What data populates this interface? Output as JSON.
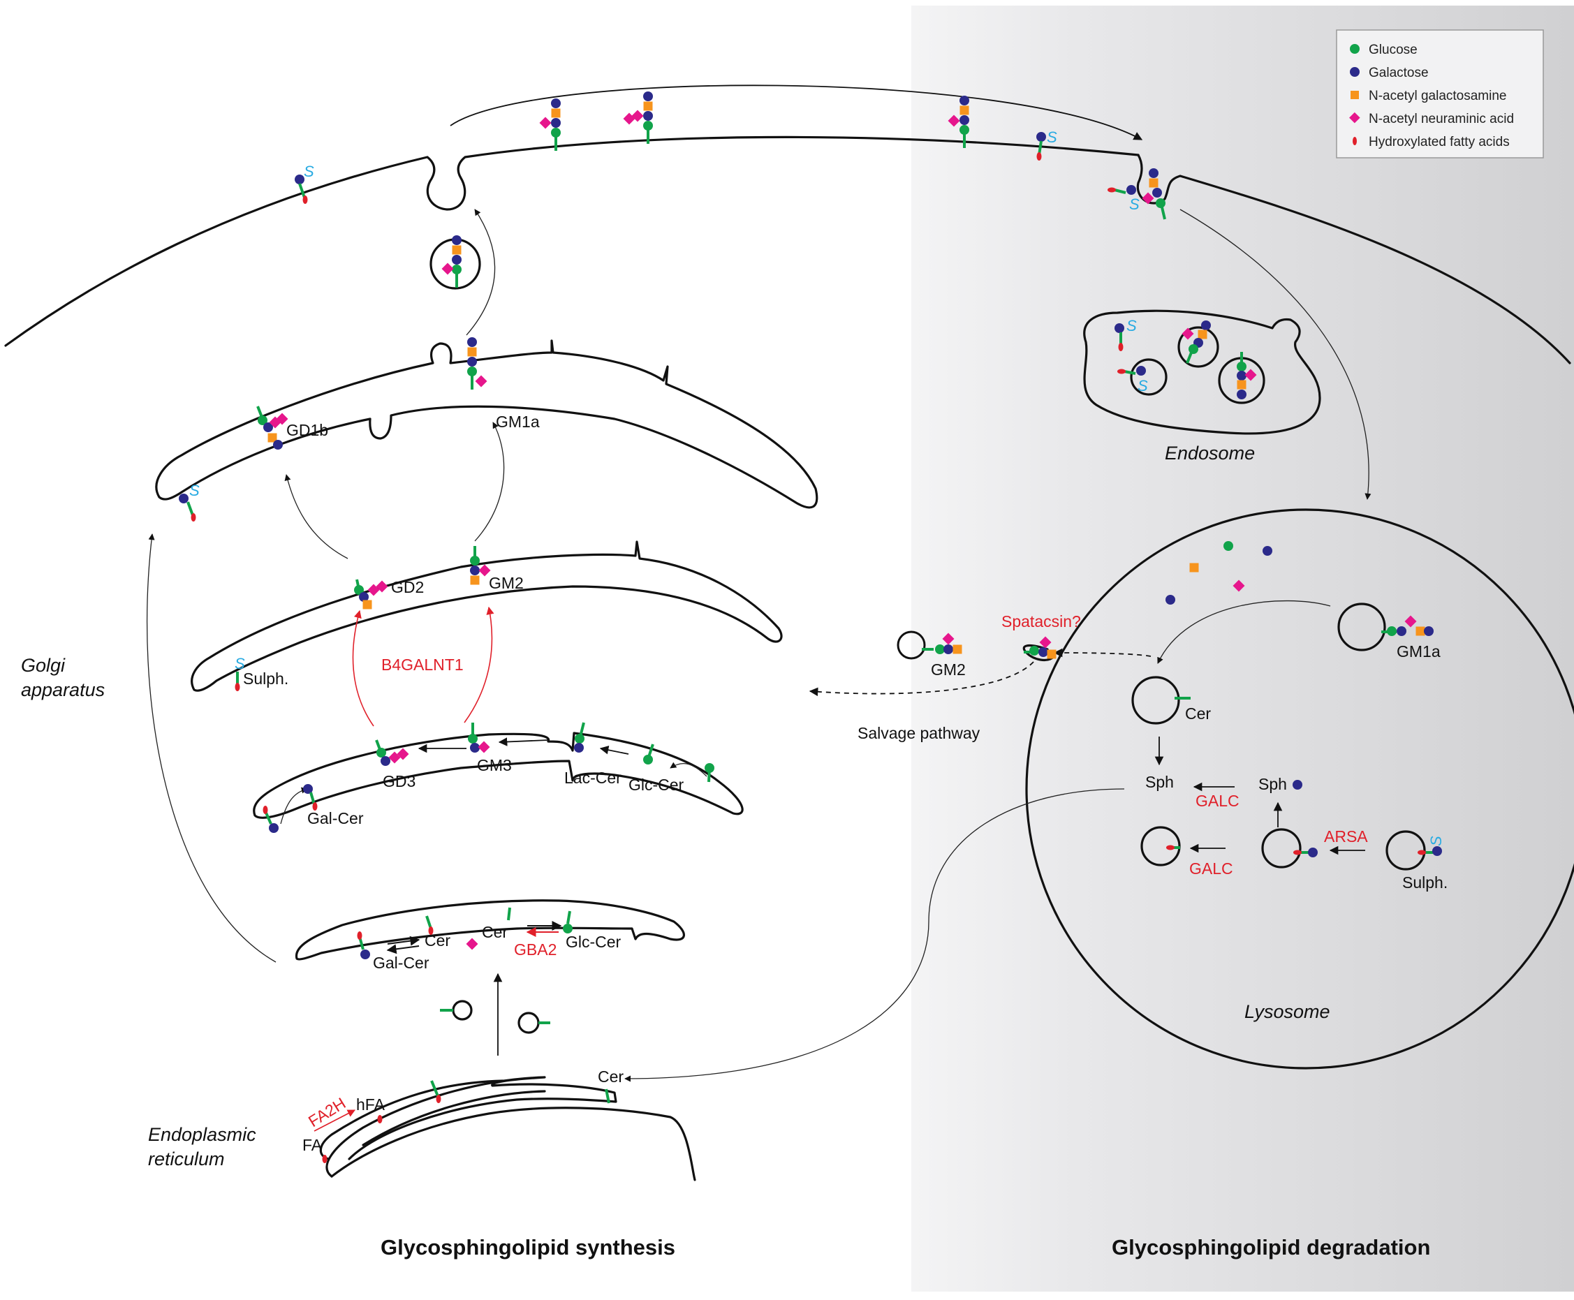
{
  "titles": {
    "synthesis": "Glycosphingolipid synthesis",
    "degradation": "Glycosphingolipid degradation"
  },
  "legend": [
    {
      "label": "Glucose",
      "color": "#11a34a",
      "shape": "circle"
    },
    {
      "label": "Galactose",
      "color": "#2b2a8a",
      "shape": "circle"
    },
    {
      "label": "N-acetyl galactosamine",
      "color": "#f7941d",
      "shape": "square"
    },
    {
      "label": "N-acetyl neuraminic acid",
      "color": "#e6168c",
      "shape": "diamond"
    },
    {
      "label": "Hydroxylated fatty acids",
      "color": "#e0202a",
      "shape": "pill"
    }
  ],
  "compartments": {
    "golgi": [
      "Golgi",
      "apparatus"
    ],
    "er": [
      "Endoplasmic",
      "reticulum"
    ],
    "endosome": "Endosome",
    "lysosome": "Lysosome"
  },
  "labels": {
    "gd1b": "GD1b",
    "gm1a": "GM1a",
    "gd2": "GD2",
    "gm2": "GM2",
    "sulph_golgi": "Sulph.",
    "gd3": "GD3",
    "gm3": "GM3",
    "laccer": "Lac-Cer",
    "glccer": "Glc-Cer",
    "galcer": "Gal-Cer",
    "cis_cer_left": "Cer",
    "cis_cer_right": "Cer",
    "cis_galcer": "Gal-Cer",
    "cis_glccer": "Glc-Cer",
    "hfa": "hFA",
    "fa": "FA",
    "er_cer": "Cer",
    "salvage": "Salvage pathway",
    "gm2_free": "GM2",
    "lys_gm1a": "GM1a",
    "lys_cer": "Cer",
    "lys_sph_left": "Sph",
    "lys_sph_right": "Sph",
    "lys_sulph": "Sulph.",
    "sulfate_s": "S"
  },
  "enzymes": {
    "b4galnt1": "B4GALNT1",
    "gba2": "GBA2",
    "fa2h": "FA2H",
    "spatacsin": "Spatacsin?",
    "galc_top": "GALC",
    "galc_bottom": "GALC",
    "arsa": "ARSA"
  },
  "colors": {
    "glucose": "#11a34a",
    "galactose": "#2b2a8a",
    "galnac": "#f7941d",
    "neu5ac": "#e6168c",
    "hfa": "#e0202a",
    "sulfate": "#29abe2",
    "enzyme_red": "#e0202a",
    "degradation_bg": "#d4d4d6"
  }
}
